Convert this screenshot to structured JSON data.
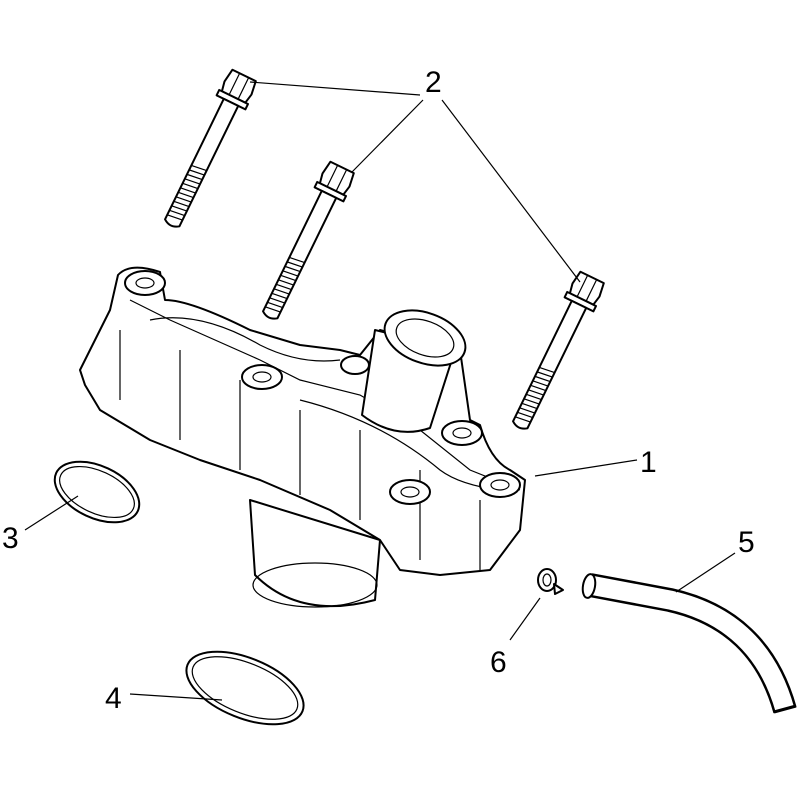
{
  "diagram": {
    "type": "exploded-parts-view",
    "callouts": [
      {
        "id": "1",
        "label": "1",
        "part": "water-pump-housing"
      },
      {
        "id": "2",
        "label": "2",
        "part": "flange-bolt"
      },
      {
        "id": "3",
        "label": "3",
        "part": "o-ring-small"
      },
      {
        "id": "4",
        "label": "4",
        "part": "o-ring-large"
      },
      {
        "id": "5",
        "label": "5",
        "part": "hose"
      },
      {
        "id": "6",
        "label": "6",
        "part": "hose-clamp"
      }
    ],
    "colors": {
      "line": "#000000",
      "background": "#ffffff"
    }
  }
}
